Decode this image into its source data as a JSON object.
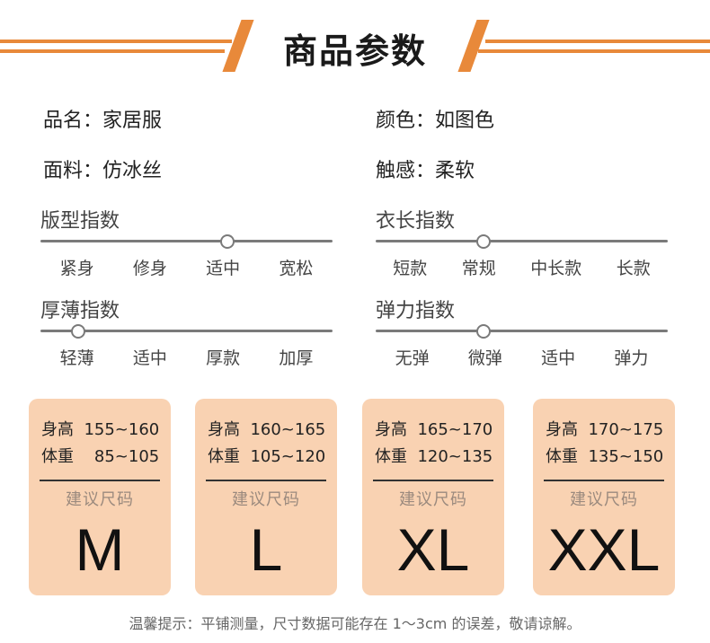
{
  "header": {
    "title": "商品参数"
  },
  "specs": {
    "name": "品名：家居服",
    "color": "颜色：如图色",
    "material": "面料：仿冰丝",
    "feel": "触感：柔软"
  },
  "scales": [
    {
      "title": "版型指数",
      "labels": [
        "紧身",
        "修身",
        "适中",
        "宽松"
      ],
      "level": 0.64
    },
    {
      "title": "衣长指数",
      "labels": [
        "短款",
        "常规",
        "中长款",
        "长款"
      ],
      "level": 0.37
    },
    {
      "title": "厚薄指数",
      "labels": [
        "轻薄",
        "适中",
        "厚款",
        "加厚"
      ],
      "level": 0.13
    },
    {
      "title": "弹力指数",
      "labels": [
        "无弹",
        "微弹",
        "适中",
        "弹力"
      ],
      "level": 0.37
    }
  ],
  "sizes": [
    {
      "height": "身高  155~160",
      "weight": "体重    85~105",
      "suggest": "建议尺码",
      "size": "M"
    },
    {
      "height": "身高  160~165",
      "weight": "体重  105~120",
      "suggest": "建议尺码",
      "size": "L"
    },
    {
      "height": "身高  165~170",
      "weight": "体重  120~135",
      "suggest": "建议尺码",
      "size": "XL"
    },
    {
      "height": "身高  170~175",
      "weight": "体重  135~150",
      "suggest": "建议尺码",
      "size": "XXL"
    }
  ],
  "note": "温馨提示：平铺测量，尺寸数据可能存在 1～3cm 的误差，敬请谅解。",
  "colors": {
    "accent": "#e8893a",
    "card": "#f9d2b2",
    "line": "#7a7a7a"
  }
}
